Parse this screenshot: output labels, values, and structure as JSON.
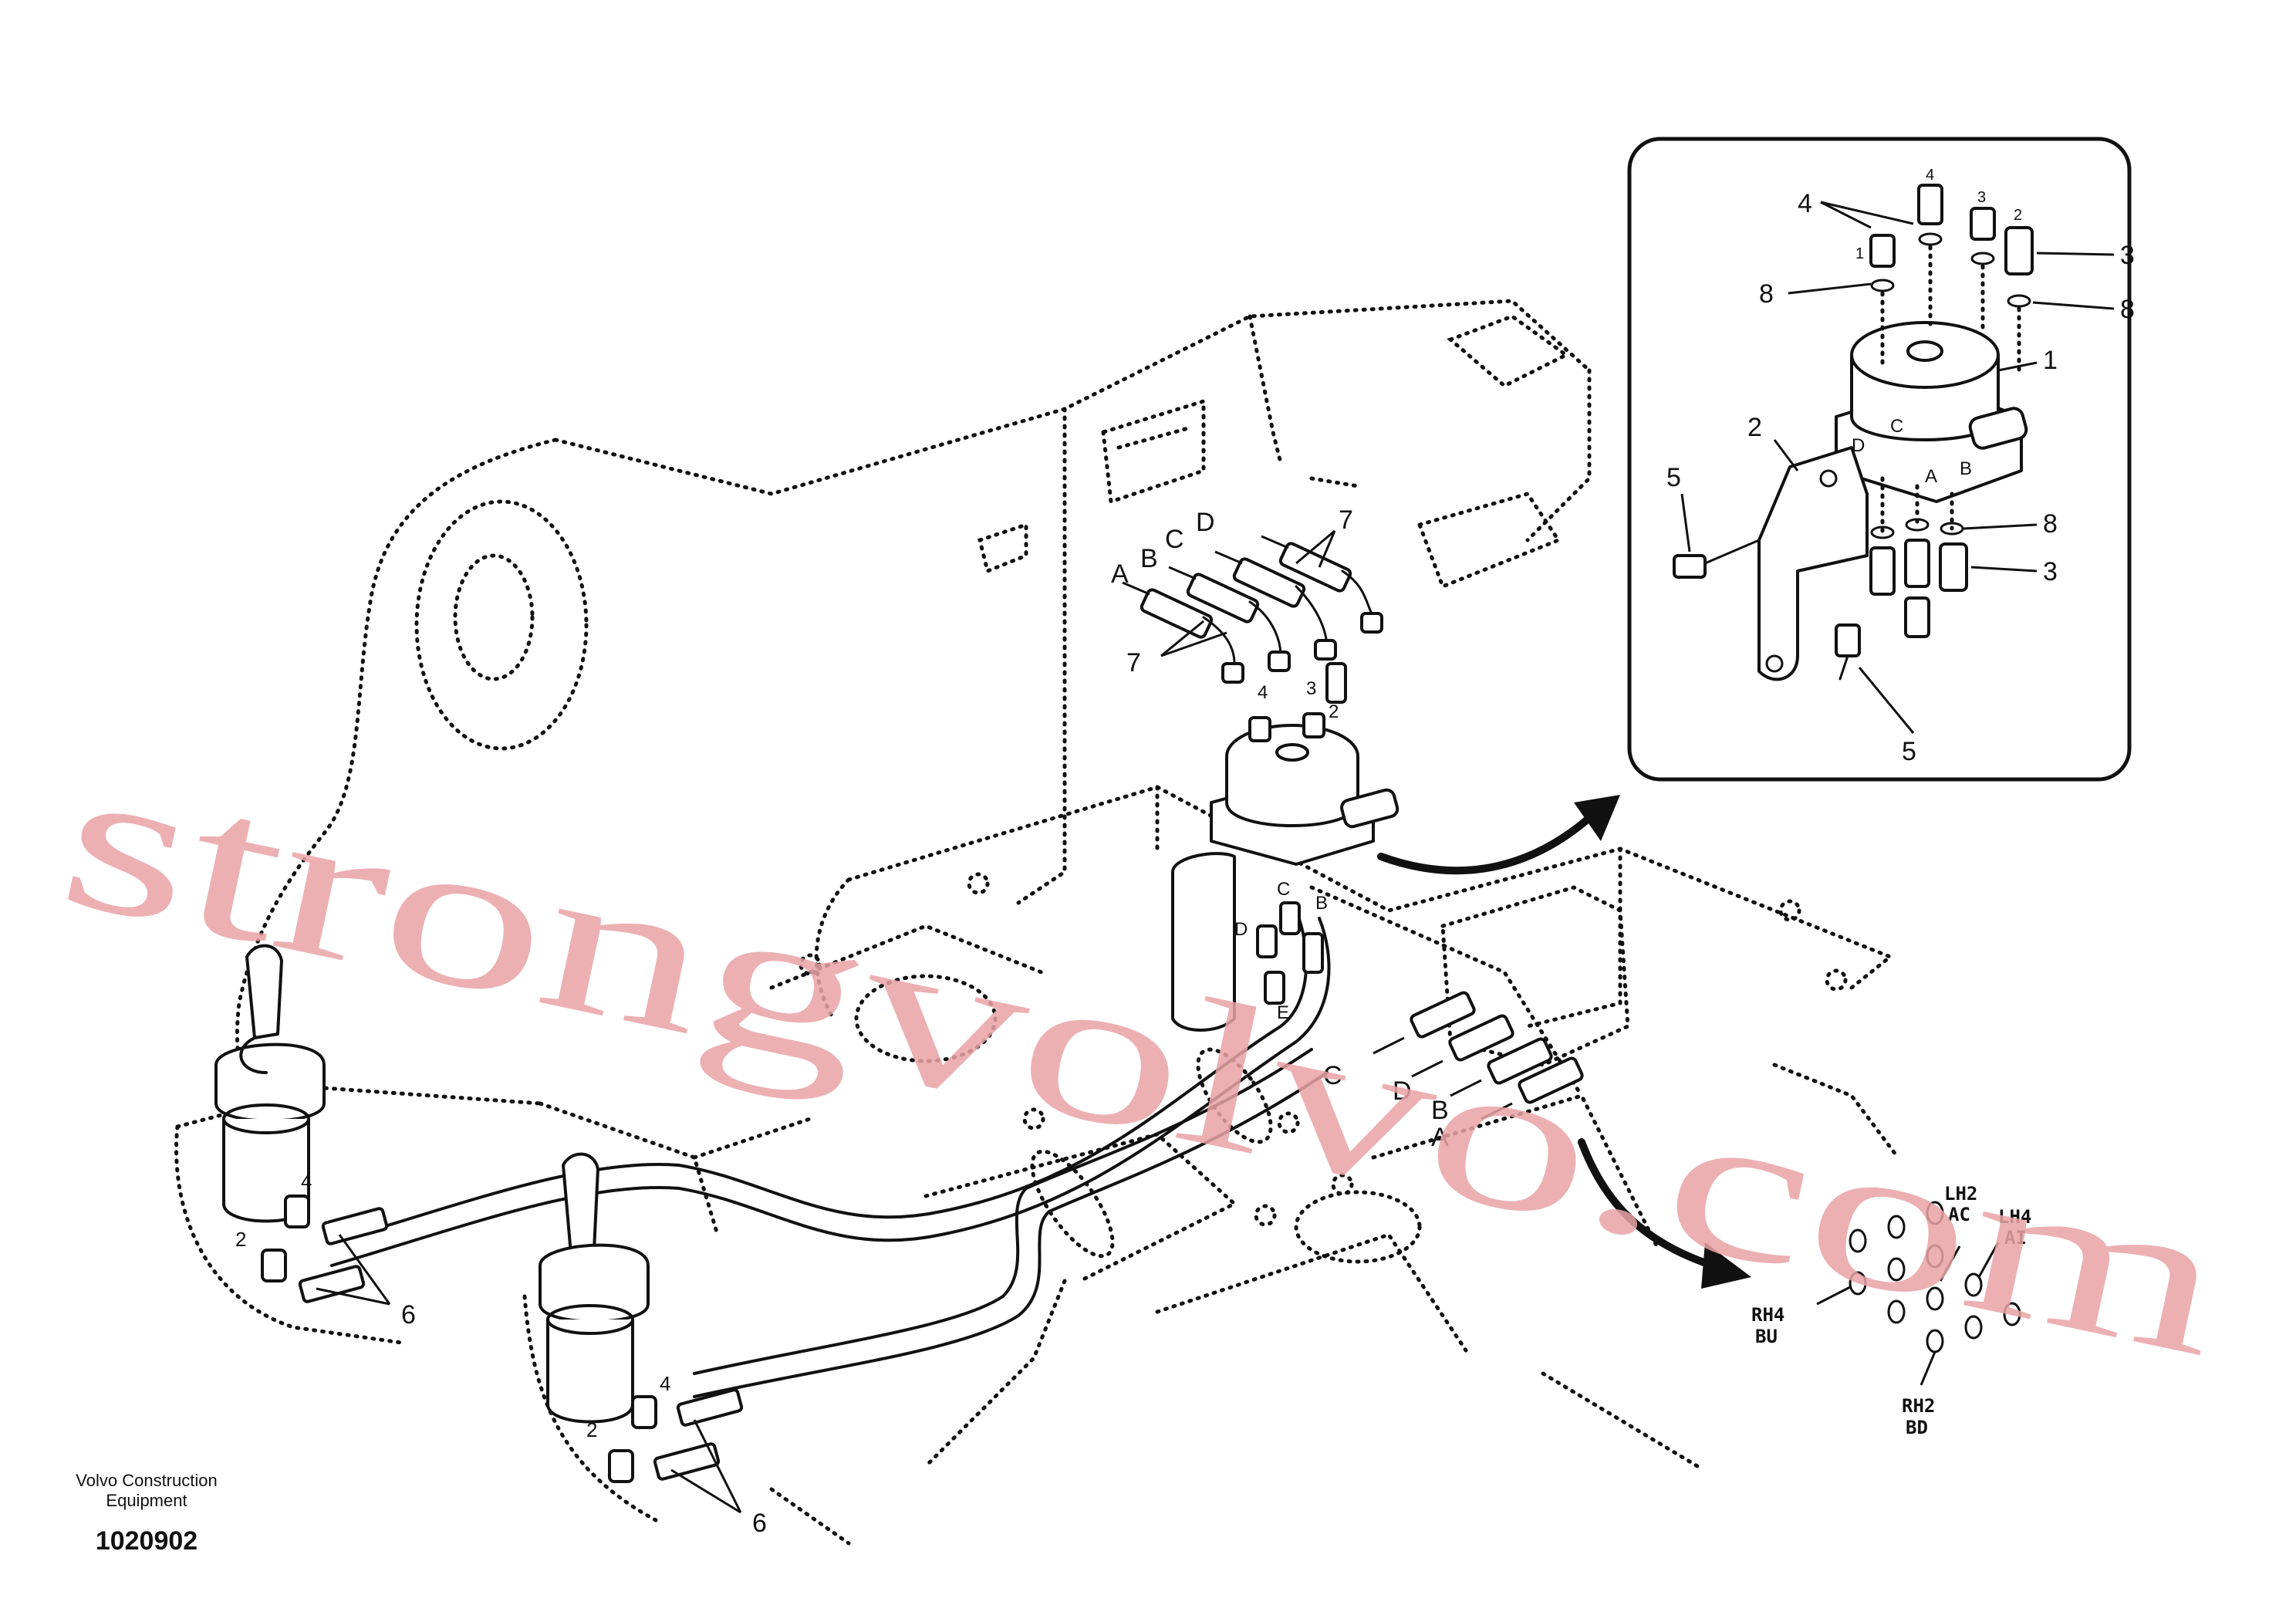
{
  "watermark": "strongvolvo.com",
  "caption": {
    "company_line1": "Volvo Construction",
    "company_line2": "Equipment",
    "drawing_number": "1020902"
  },
  "main_labels": {
    "port_a": "A",
    "port_b": "B",
    "port_c": "C",
    "port_d": "D",
    "item_7": "7",
    "item_4": "4",
    "item_3": "3",
    "item_2": "2",
    "item_6": "6",
    "body_b": "B",
    "body_c": "C",
    "body_d": "D",
    "body_e": "E"
  },
  "inset_labels": {
    "item_1": "1",
    "item_2": "2",
    "item_3": "3",
    "item_4": "4",
    "item_5": "5",
    "item_8": "8",
    "face_a": "A",
    "face_b": "B",
    "face_c": "C",
    "face_d": "D",
    "port_1": "1",
    "port_2": "2",
    "port_3": "3",
    "port_4": "4"
  },
  "valve_ports": {
    "rh4": "RH4",
    "bu": "BU",
    "lh2": "LH2",
    "ac": "AC",
    "lh4": "LH4",
    "ai": "AI",
    "rh2": "RH2",
    "bd": "BD"
  }
}
